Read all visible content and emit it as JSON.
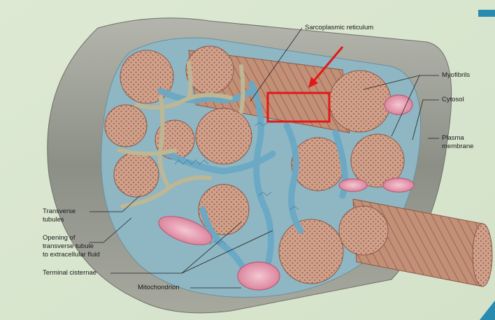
{
  "labels": {
    "sarcoplasmic_reticulum": "Sarcoplasmic reticulum",
    "myofibrils": "Myofibrils",
    "cytosol": "Cytosol",
    "plasma_membrane_1": "Plasma",
    "plasma_membrane_2": "membrane",
    "transverse_tubules_1": "Transverse",
    "transverse_tubules_2": "tubules",
    "opening_1": "Opening of",
    "opening_2": "transverse tubule",
    "opening_3": "to extracellular fluid",
    "terminal_cisternae": "Terminal cisternae",
    "mitochondrion": "Mitochondrion"
  },
  "colors": {
    "background": "#d9e6cf",
    "myofibril": "#c99a82",
    "sarcoplasmic_reticulum": "#7fb6cf",
    "transverse_tubule": "#c7c2a2",
    "mitochondrion": "#e59aae",
    "plasma_membrane": "#9a9d93",
    "highlight": "#e11919"
  }
}
